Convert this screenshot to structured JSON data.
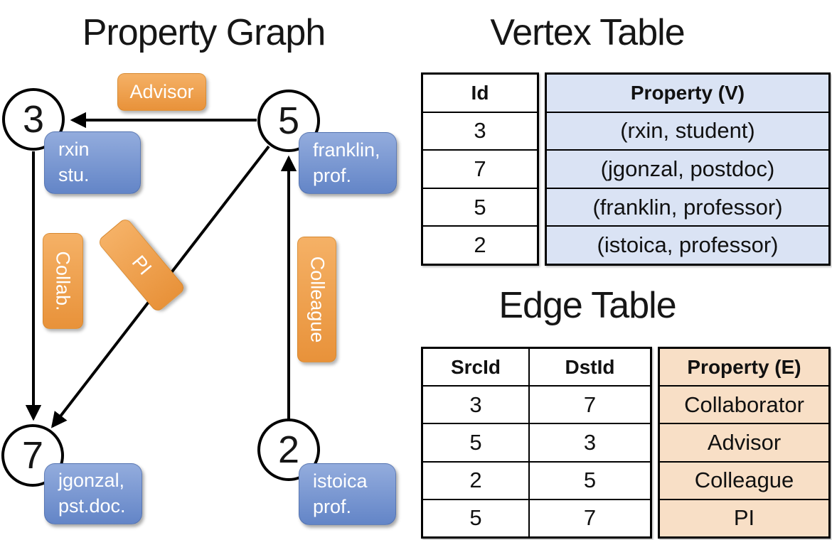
{
  "colors": {
    "edge_label_orange_top": "#f5b166",
    "edge_label_orange_bottom": "#e8923a",
    "vertex_label_blue_top": "#93acdd",
    "vertex_label_blue_bottom": "#6385c7",
    "vertex_table_fill": "#dae3f4",
    "edge_table_fill": "#f8dfc6",
    "line_color": "#000000"
  },
  "graph": {
    "title": "Property Graph",
    "nodes": {
      "n3": {
        "id": "3",
        "prop_line1": "rxin",
        "prop_line2": "stu."
      },
      "n5": {
        "id": "5",
        "prop_line1": "franklin,",
        "prop_line2": "prof."
      },
      "n7": {
        "id": "7",
        "prop_line1": "jgonzal,",
        "prop_line2": "pst.doc."
      },
      "n2": {
        "id": "2",
        "prop_line1": "istoica",
        "prop_line2": "prof."
      }
    },
    "edge_labels": {
      "advisor": "Advisor",
      "collab": "Collab.",
      "pi": "PI",
      "colleague": "Colleague"
    }
  },
  "vertex_table": {
    "title": "Vertex Table",
    "columns": {
      "id": "Id",
      "property": "Property (V)"
    },
    "rows": [
      {
        "id": "3",
        "property": "(rxin, student)"
      },
      {
        "id": "7",
        "property": "(jgonzal, postdoc)"
      },
      {
        "id": "5",
        "property": "(franklin, professor)"
      },
      {
        "id": "2",
        "property": "(istoica, professor)"
      }
    ]
  },
  "edge_table": {
    "title": "Edge Table",
    "columns": {
      "src": "SrcId",
      "dst": "DstId",
      "property": "Property (E)"
    },
    "rows": [
      {
        "src": "3",
        "dst": "7",
        "property": "Collaborator"
      },
      {
        "src": "5",
        "dst": "3",
        "property": "Advisor"
      },
      {
        "src": "2",
        "dst": "5",
        "property": "Colleague"
      },
      {
        "src": "5",
        "dst": "7",
        "property": "PI"
      }
    ]
  }
}
